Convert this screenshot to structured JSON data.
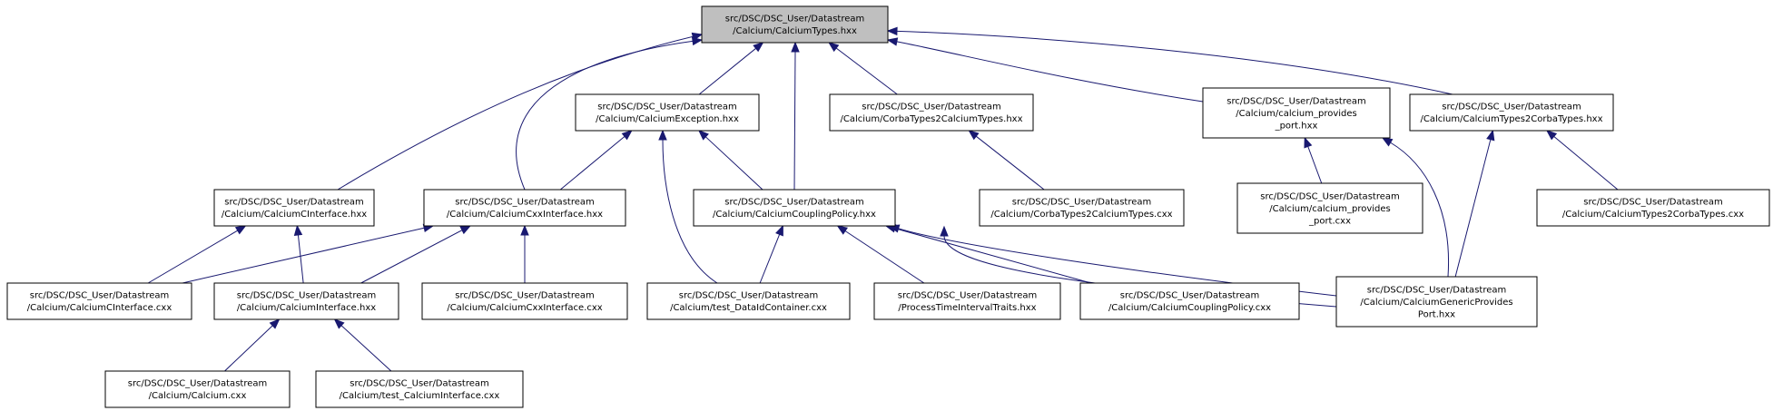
{
  "nodes": [
    {
      "id": "root",
      "lines": [
        "src/DSC/DSC_User/Datastream",
        "/Calcium/CalciumTypes.hxx"
      ],
      "highlighted": true
    },
    {
      "id": "exception_hxx",
      "lines": [
        "src/DSC/DSC_User/Datastream",
        "/Calcium/CalciumException.hxx"
      ]
    },
    {
      "id": "corba2calcium_hxx",
      "lines": [
        "src/DSC/DSC_User/Datastream",
        "/Calcium/CorbaTypes2CalciumTypes.hxx"
      ]
    },
    {
      "id": "provides_port_hxx",
      "lines": [
        "src/DSC/DSC_User/Datastream",
        "/Calcium/calcium_provides",
        "_port.hxx"
      ]
    },
    {
      "id": "calcium2corba_hxx",
      "lines": [
        "src/DSC/DSC_User/Datastream",
        "/Calcium/CalciumTypes2CorbaTypes.hxx"
      ]
    },
    {
      "id": "cinterface_hxx",
      "lines": [
        "src/DSC/DSC_User/Datastream",
        "/Calcium/CalciumCInterface.hxx"
      ]
    },
    {
      "id": "cxxinterface_hxx",
      "lines": [
        "src/DSC/DSC_User/Datastream",
        "/Calcium/CalciumCxxInterface.hxx"
      ]
    },
    {
      "id": "couplingpolicy_hxx",
      "lines": [
        "src/DSC/DSC_User/Datastream",
        "/Calcium/CalciumCouplingPolicy.hxx"
      ]
    },
    {
      "id": "corba2calcium_cxx",
      "lines": [
        "src/DSC/DSC_User/Datastream",
        "/Calcium/CorbaTypes2CalciumTypes.cxx"
      ]
    },
    {
      "id": "provides_port_cxx",
      "lines": [
        "src/DSC/DSC_User/Datastream",
        "/Calcium/calcium_provides",
        "_port.cxx"
      ]
    },
    {
      "id": "calcium2corba_cxx",
      "lines": [
        "src/DSC/DSC_User/Datastream",
        "/Calcium/CalciumTypes2CorbaTypes.cxx"
      ]
    },
    {
      "id": "cinterface_cxx",
      "lines": [
        "src/DSC/DSC_User/Datastream",
        "/Calcium/CalciumCInterface.cxx"
      ]
    },
    {
      "id": "interface_hxx",
      "lines": [
        "src/DSC/DSC_User/Datastream",
        "/Calcium/CalciumInterface.hxx"
      ]
    },
    {
      "id": "cxxinterface_cxx",
      "lines": [
        "src/DSC/DSC_User/Datastream",
        "/Calcium/CalciumCxxInterface.cxx"
      ]
    },
    {
      "id": "datacontainer_cxx",
      "lines": [
        "src/DSC/DSC_User/Datastream",
        "/Calcium/test_DataIdContainer.cxx"
      ]
    },
    {
      "id": "processtime_hxx",
      "lines": [
        "src/DSC/DSC_User/Datastream",
        "/ProcessTimeIntervalTraits.hxx"
      ]
    },
    {
      "id": "couplingpolicy_cxx",
      "lines": [
        "src/DSC/DSC_User/Datastream",
        "/Calcium/CalciumCouplingPolicy.cxx"
      ]
    },
    {
      "id": "genericprovides_hxx",
      "lines": [
        "src/DSC/DSC_User/Datastream",
        "/Calcium/CalciumGenericProvides",
        "Port.hxx"
      ]
    },
    {
      "id": "calcium_cxx",
      "lines": [
        "src/DSC/DSC_User/Datastream",
        "/Calcium/Calcium.cxx"
      ]
    },
    {
      "id": "test_interface_cxx",
      "lines": [
        "src/DSC/DSC_User/Datastream",
        "/Calcium/test_CalciumInterface.cxx"
      ]
    }
  ],
  "edges": [
    [
      "exception_hxx",
      "root"
    ],
    [
      "corba2calcium_hxx",
      "root"
    ],
    [
      "provides_port_hxx",
      "root"
    ],
    [
      "calcium2corba_hxx",
      "root"
    ],
    [
      "cinterface_hxx",
      "root"
    ],
    [
      "cxxinterface_hxx",
      "root"
    ],
    [
      "couplingpolicy_hxx",
      "root"
    ],
    [
      "cxxinterface_hxx",
      "exception_hxx"
    ],
    [
      "couplingpolicy_hxx",
      "exception_hxx"
    ],
    [
      "datacontainer_cxx",
      "exception_hxx"
    ],
    [
      "corba2calcium_cxx",
      "corba2calcium_hxx"
    ],
    [
      "genericprovides_hxx",
      "corba2calcium_hxx"
    ],
    [
      "provides_port_cxx",
      "provides_port_hxx"
    ],
    [
      "genericprovides_hxx",
      "provides_port_hxx"
    ],
    [
      "genericprovides_hxx",
      "calcium2corba_hxx"
    ],
    [
      "calcium2corba_cxx",
      "calcium2corba_hxx"
    ],
    [
      "cinterface_cxx",
      "cinterface_hxx"
    ],
    [
      "interface_hxx",
      "cinterface_hxx"
    ],
    [
      "cinterface_cxx",
      "cxxinterface_hxx"
    ],
    [
      "interface_hxx",
      "cxxinterface_hxx"
    ],
    [
      "cxxinterface_cxx",
      "cxxinterface_hxx"
    ],
    [
      "datacontainer_cxx",
      "couplingpolicy_hxx"
    ],
    [
      "processtime_hxx",
      "couplingpolicy_hxx"
    ],
    [
      "couplingpolicy_cxx",
      "couplingpolicy_hxx"
    ],
    [
      "genericprovides_hxx",
      "couplingpolicy_hxx"
    ],
    [
      "calcium_cxx",
      "interface_hxx"
    ],
    [
      "test_interface_cxx",
      "interface_hxx"
    ]
  ],
  "colors": {
    "edge": "#191970",
    "node_fill": "#ffffff",
    "root_fill": "#bfbfbf",
    "border": "#000000"
  }
}
